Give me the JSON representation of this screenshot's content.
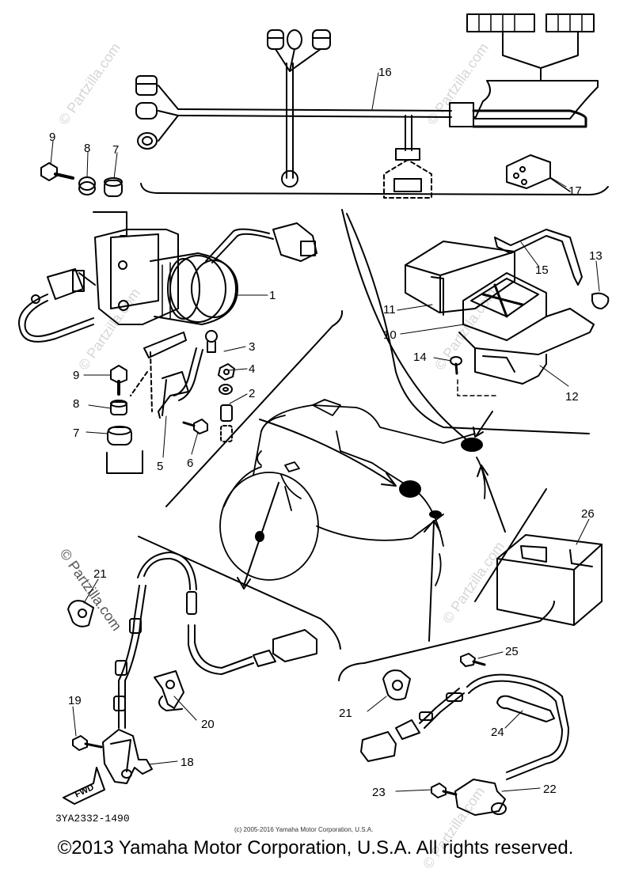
{
  "watermark": "© Partzilla.com",
  "diagram_code": "3YA2332-1490",
  "small_copyright": "(c) 2005-2016 Yamaha Motor Corporation, U.S.A.",
  "copyright": "©2013 Yamaha Motor Corporation, U.S.A. All rights reserved.",
  "callouts": {
    "c1": "1",
    "c2": "2",
    "c3": "3",
    "c4": "4",
    "c5": "5",
    "c6": "6",
    "c7a": "7",
    "c7b": "7",
    "c8a": "8",
    "c8b": "8",
    "c9a": "9",
    "c9b": "9",
    "c10": "10",
    "c11": "11",
    "c12": "12",
    "c13": "13",
    "c14": "14",
    "c15": "15",
    "c16": "16",
    "c17": "17",
    "c18": "18",
    "c19": "19",
    "c20": "20",
    "c21a": "21",
    "c21b": "21",
    "c22": "22",
    "c23": "23",
    "c24": "24",
    "c25": "25",
    "c26": "26"
  },
  "fwd_label": "FWD"
}
